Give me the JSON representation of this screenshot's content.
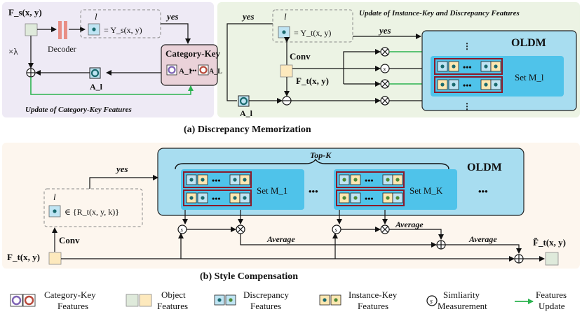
{
  "panel_a": {
    "caption": "(a) Discrepancy Memorization",
    "fs": "F_s(x, y)",
    "times_lambda": "×λ",
    "decoder": "Decoder",
    "l_top": "l",
    "ys": "= Y_s(x, y)",
    "yes_left": "yes",
    "category_key": "Category-Key",
    "a1": "A_1",
    "ellipsis": "•••",
    "al_big": "A_L",
    "al_small": "A_l",
    "update_category": "Update of Category-Key Features",
    "update_instance": "Update of Instance-Key and Discrepancy Features",
    "yes_right1": "yes",
    "yes_right2": "yes",
    "l_right": "l",
    "yt": "= Y_t(x, y)",
    "conv": "Conv",
    "ft": "F_t(x, y)",
    "oldm": "OLDM",
    "set_ml": "Set M_l",
    "al_right": "A_l",
    "s": "s"
  },
  "panel_b": {
    "caption": "(b) Style Compensation",
    "topk": "Top-K",
    "oldm": "OLDM",
    "yes": "yes",
    "l": "l",
    "rt": "∈ {R_t(x, y, k)}",
    "conv": "Conv",
    "ft": "F_t(x, y)",
    "set_m1": "Set M_1",
    "set_mk": "Set M_K",
    "dots": "•••",
    "average1": "Average",
    "average2": "Average",
    "average3": "Average",
    "ft_tilde": "F̃_t(x, y)",
    "s": "s"
  },
  "legend": {
    "category_key": [
      "Category-Key",
      "Features"
    ],
    "object": [
      "Object",
      "Features"
    ],
    "discrepancy": [
      "Discrepancy",
      "Features"
    ],
    "instance_key": [
      "Instance-Key",
      "Features"
    ],
    "similarity": [
      "Simliarity",
      "Measurement"
    ],
    "update": [
      "Features",
      "Update"
    ]
  },
  "colors": {
    "panel_a_left_bg": "#eeeaf5",
    "panel_a_right_bg": "#ecf3e4",
    "panel_b_bg": "#fdf6ee",
    "oldm_fill": "#a8ddf0",
    "oldm_inner": "#4fc3ea",
    "category_key_fill": "#ead2d9",
    "set_border": "#8b1a2a",
    "update_arrow": "#2bb34f",
    "object_green": "#dfeadb",
    "object_yellow": "#fde9bd",
    "discrepancy_fill": "#bfe4f3",
    "instance_fill": "#fce7b1",
    "category_purple": "#7f64b5",
    "category_red": "#b84a3c"
  }
}
